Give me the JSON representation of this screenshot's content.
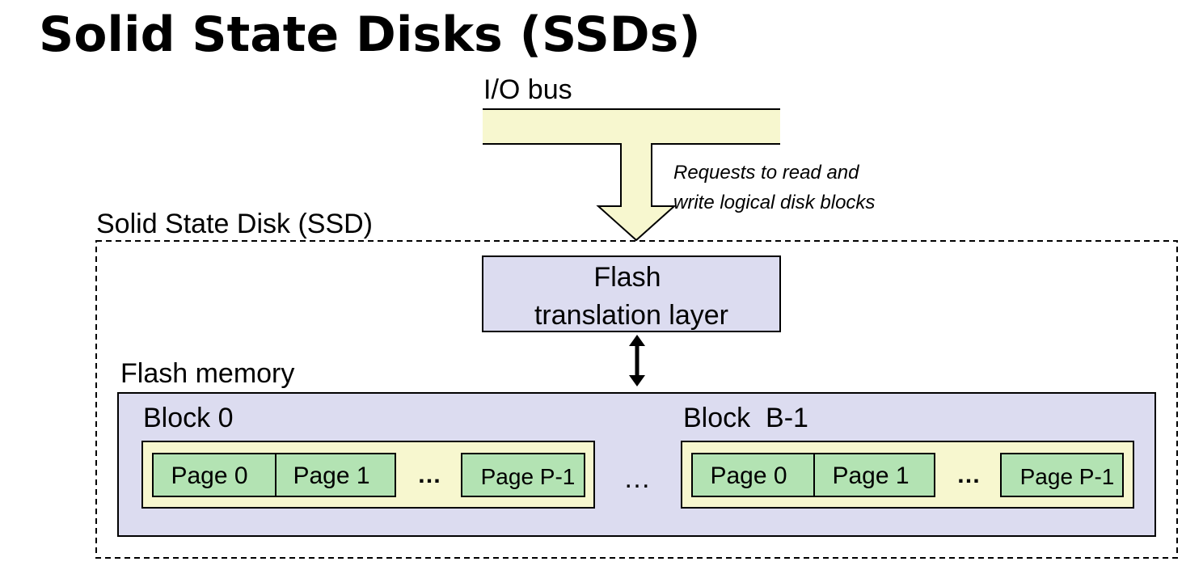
{
  "title": "Solid State Disks (SSDs)",
  "io_bus": {
    "label": "I/O bus"
  },
  "request_note": {
    "line1": "Requests to read and",
    "line2": "write logical disk blocks"
  },
  "ssd": {
    "label": "Solid State Disk (SSD)"
  },
  "ftl": {
    "line1": "Flash",
    "line2": "translation layer"
  },
  "flash_memory": {
    "label": "Flash memory",
    "ellipsis": "…",
    "blocks": [
      {
        "label": "Block 0",
        "pages": [
          "Page 0",
          "Page 1",
          "Page P-1"
        ],
        "ellipsis": "…"
      },
      {
        "label": "Block  B-1",
        "pages": [
          "Page 0",
          "Page 1",
          "Page P-1"
        ],
        "ellipsis": "…"
      }
    ]
  },
  "colors": {
    "bus_fill": "#f7f7cf",
    "ftl_fill": "#dcdcf0",
    "flash_fill": "#dcdcf0",
    "block_fill": "#f7f7cf",
    "page_fill": "#b3e3b3",
    "stroke": "#000000"
  }
}
